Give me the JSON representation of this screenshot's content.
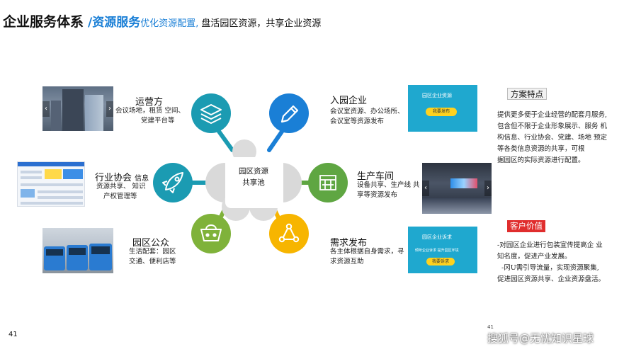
{
  "header": {
    "title": "企业服务体系",
    "subtitle": "/资源服务",
    "subtitle_light": "优化资源配置,",
    "tagline": "盘活园区资源，共享企业资源"
  },
  "hub": {
    "line1": "园区资源",
    "line2": "共享池"
  },
  "nodes": {
    "operator": {
      "label": "运营方",
      "desc": [
        "会议场地，租赁 空间、",
        "党建平台等"
      ]
    },
    "association": {
      "label": "行业协会",
      "label_small": "信息",
      "desc": [
        "资源共享、 知识",
        "产权管理等"
      ]
    },
    "public": {
      "label": "园区公众",
      "desc": [
        "生活配套：园区",
        "交通、便利店等"
      ]
    },
    "enter": {
      "label": "入园企业",
      "desc": [
        "会议室资源、办公场所、",
        "会议室等资源发布"
      ]
    },
    "workshop": {
      "label": "生产车间",
      "desc": [
        "设备共享、生产线 共",
        "享等资源发布"
      ]
    },
    "demand": {
      "label": "需求发布",
      "desc": [
        "各主体根据自身需求，寻",
        "求资源互助"
      ]
    }
  },
  "cards": {
    "resource": {
      "title": "园区企业资源",
      "button": "我要发布"
    },
    "appeal": {
      "title": "园区企业诉求",
      "subtitle": "倾听企业诉求  提升园区环境",
      "button": "我要诉求"
    }
  },
  "plan": {
    "tag": "方案特点",
    "lines": [
      "提供更多便于企业经营的配套月服务,",
      "包含但不限于企业形象展示、服务 机",
      "构信息、行业协会、党建、场地 预定",
      "等各类信息资源的共享，可根",
      "据园区的实际资源进行配置。"
    ]
  },
  "value": {
    "tag": "客户价值",
    "lines": [
      "-对园区企业进行包装宣传提高企 业",
      "知名度，促进产业发展。",
      "-冈U需引导流量，实现资源聚集,",
      "促进园区资源共享、企业资源盘活。"
    ]
  },
  "footer": {
    "page": "41",
    "watermark": "搜狐号@无忧知识星球",
    "tiny": "41"
  },
  "colors": {
    "blue": "#1a7fd6",
    "teal": "#1b9bb2",
    "green": "#5fa642",
    "olive": "#7fb23a",
    "yellow": "#f7b500",
    "red_tag": "#e02d2d"
  },
  "icons": {
    "operator": "layers-icon",
    "enter": "pencil-icon",
    "association": "rocket-icon",
    "workshop": "workshop-icon",
    "public": "basket-icon",
    "demand": "share-nodes-icon"
  }
}
